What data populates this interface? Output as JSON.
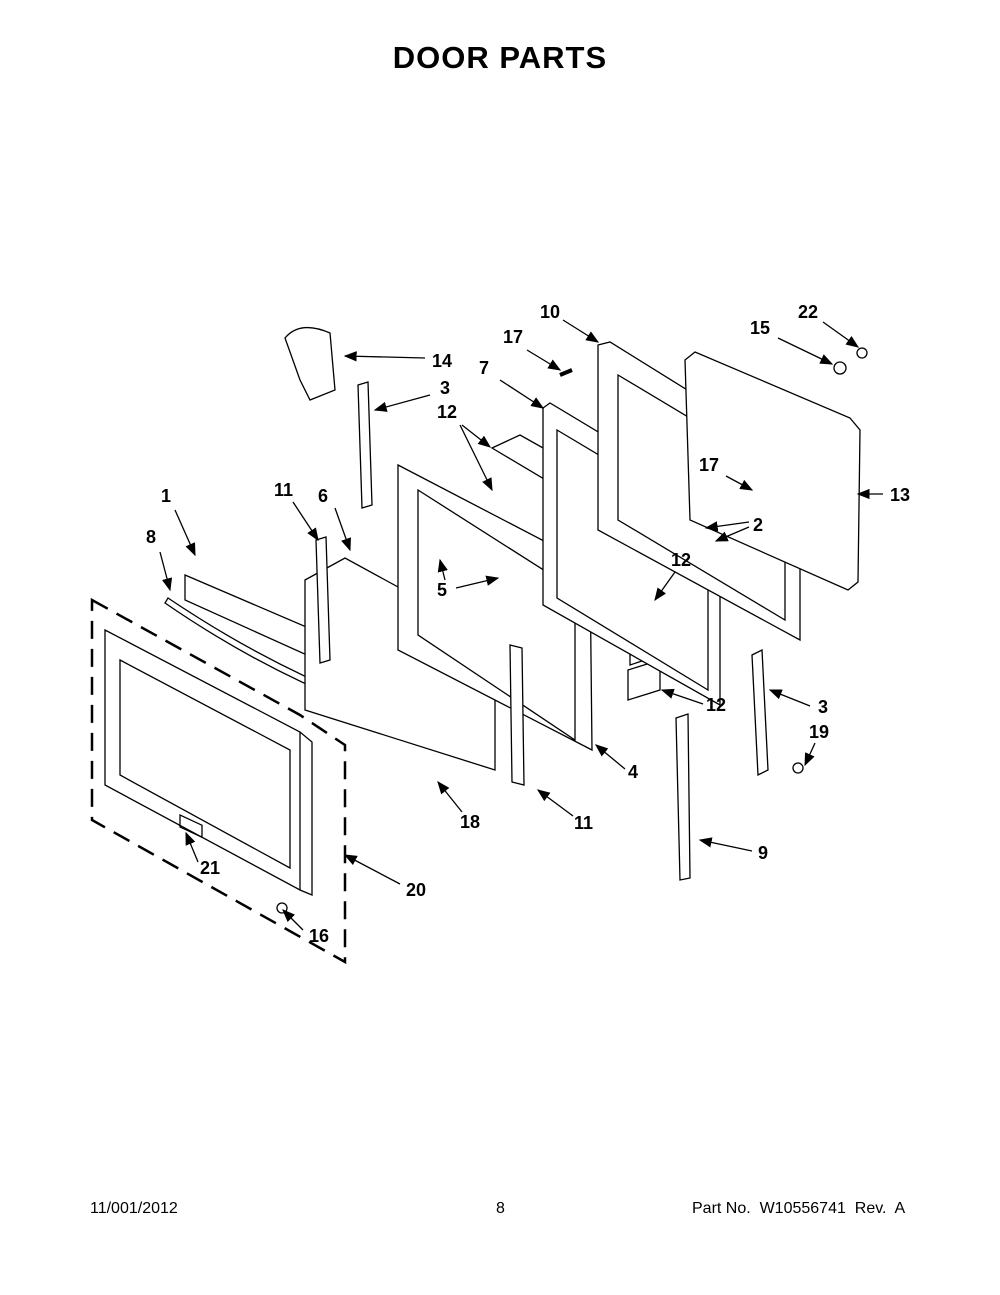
{
  "title": "DOOR PARTS",
  "callouts": [
    "14",
    "3",
    "10",
    "17",
    "7",
    "12",
    "22",
    "15",
    "17",
    "13",
    "2",
    "1",
    "11",
    "6",
    "8",
    "5",
    "12",
    "12",
    "3",
    "19",
    "4",
    "18",
    "11",
    "9",
    "21",
    "20",
    "16"
  ],
  "footer": {
    "date": "11/001/2012",
    "page": "8",
    "part_no": "Part No.  W10556741  Rev.  A"
  }
}
